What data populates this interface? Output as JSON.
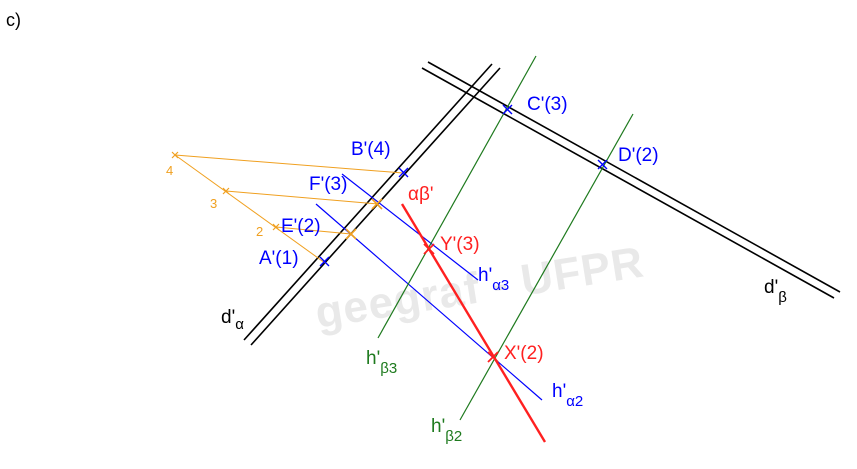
{
  "part_label": "c)",
  "watermark": "geegraf - UFPR",
  "colors": {
    "black": "#000000",
    "blue": "#0000ff",
    "green": "#1e7a1e",
    "red": "#ff2020",
    "orange": "#f0a020",
    "watermark": "#e9e9e9"
  },
  "labels": {
    "d_alpha": {
      "main": "d'",
      "sub": "α"
    },
    "d_beta": {
      "main": "d'",
      "sub": "β"
    },
    "h_alpha3": {
      "main": "h'",
      "sub": "α3"
    },
    "h_alpha2": {
      "main": "h'",
      "sub": "α2"
    },
    "h_beta3": {
      "main": "h'",
      "sub": "β3"
    },
    "h_beta2": {
      "main": "h'",
      "sub": "β2"
    },
    "alpha_beta": "αβ'"
  },
  "points": {
    "A": "A'(1)",
    "B": "B'(4)",
    "C": "C'(3)",
    "D": "D'(2)",
    "E": "E'(2)",
    "F": "F'(3)",
    "X": "X'(2)",
    "Y": "Y'(3)"
  },
  "division_numbers": [
    "2",
    "3",
    "4"
  ]
}
